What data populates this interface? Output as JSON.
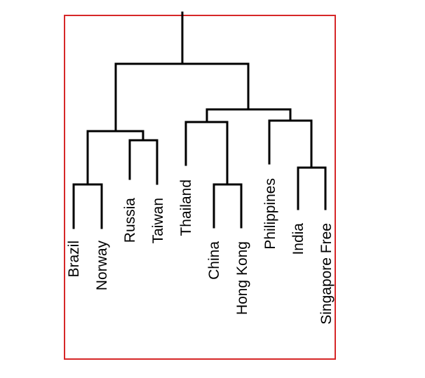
{
  "diagram": {
    "type": "dendrogram",
    "frame_color": "#d62728",
    "line_color": "#000000",
    "leaves": [
      {
        "id": "brazil",
        "label": "Brazil"
      },
      {
        "id": "norway",
        "label": "Norway"
      },
      {
        "id": "russia",
        "label": "Russia"
      },
      {
        "id": "taiwan",
        "label": "Taiwan"
      },
      {
        "id": "thailand",
        "label": "Thailand"
      },
      {
        "id": "china",
        "label": "China"
      },
      {
        "id": "hongkong",
        "label": "Hong Kong"
      },
      {
        "id": "philippines",
        "label": "Philippines"
      },
      {
        "id": "india",
        "label": "India"
      },
      {
        "id": "singapore",
        "label": "Singapore Free"
      }
    ],
    "merges": [
      [
        "brazil",
        "norway"
      ],
      [
        "russia",
        "taiwan"
      ],
      [
        "china",
        "hongkong"
      ],
      [
        "india",
        "singapore"
      ],
      [
        "brazil+norway",
        "russia+taiwan"
      ],
      [
        "thailand",
        "china+hongkong"
      ],
      [
        "philippines",
        "india+singapore"
      ],
      [
        "thailand+china+hongkong",
        "philippines+india+singapore"
      ],
      [
        "brazil+norway+russia+taiwan",
        "thailand+china+hongkong+philippines+india+singapore"
      ]
    ]
  }
}
